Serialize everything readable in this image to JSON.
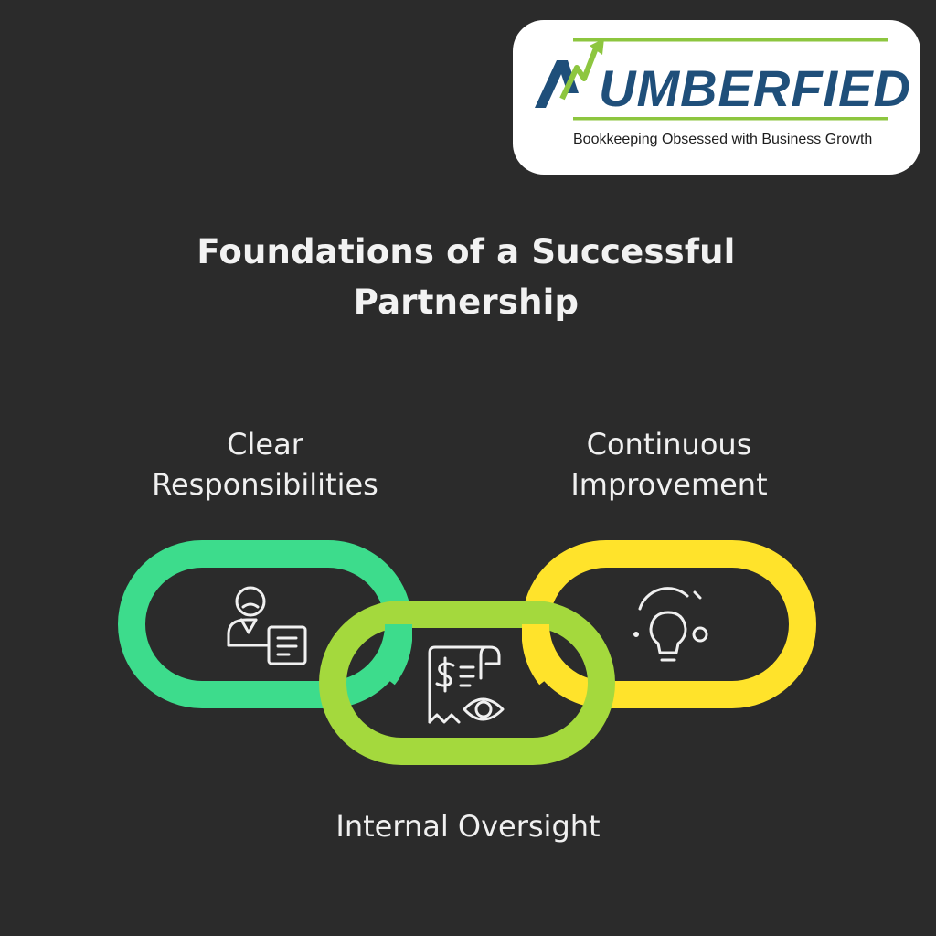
{
  "logo": {
    "wordmark": "NUMBERFIED",
    "tagline": "Bookkeeping Obsessed with Business Growth",
    "colors": {
      "navy": "#1f4f7a",
      "green": "#8dc63f"
    }
  },
  "title": {
    "line1": "Foundations of a Successful",
    "line2": "Partnership"
  },
  "links": [
    {
      "label_line1": "Clear",
      "label_line2": "Responsibilities",
      "color": "#3ddc8c",
      "icon": "person-document-icon"
    },
    {
      "label_line1": "Internal Oversight",
      "label_line2": "",
      "color": "#a4d93d",
      "icon": "receipt-eye-icon"
    },
    {
      "label_line1": "Continuous",
      "label_line2": "Improvement",
      "color": "#ffe32b",
      "icon": "lightbulb-icon"
    }
  ]
}
